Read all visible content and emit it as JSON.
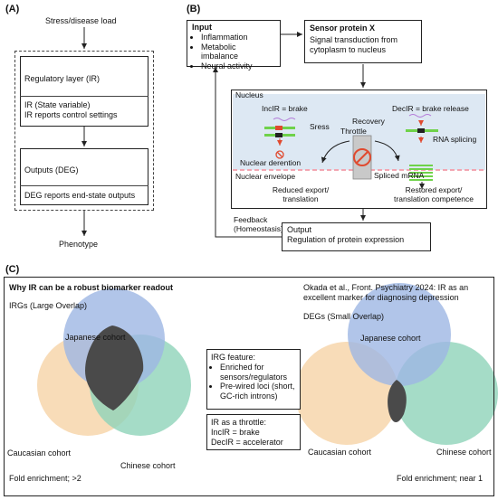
{
  "panels": {
    "a": "(A)",
    "b": "(B)",
    "c": "(C)"
  },
  "panel_a": {
    "top_label": "Stress/disease load",
    "regulatory_title": "Regulatory layer (IR)",
    "ir_state_1": "IR (State variable)",
    "ir_state_2": "IR reports control settings",
    "outputs_title": "Outputs (DEG)",
    "outputs_note": "DEG reports end-state outputs",
    "bottom_label": "Phenotype"
  },
  "panel_b": {
    "input_title": "Input",
    "inputs": [
      "Inflammation",
      "Metabolic imbalance",
      "Neural activity"
    ],
    "sensor_title": "Sensor protein X",
    "sensor_desc_1": "Signal transduction from",
    "sensor_desc_2": "cytoplasm to nucleus",
    "nucleus": "Nucleus",
    "incir": "IncIR = brake",
    "decir": "DecIR = brake release",
    "stress": "Sress",
    "recovery": "Recovery",
    "throttle": "Throttle",
    "rna_splicing": "RNA splicing",
    "nuclear_detention": "Nuclear derention",
    "nuclear_envelope": "Nuclear envelope",
    "spliced_mrna": "Spliced mRNA",
    "reduced_1": "Reduced export/",
    "reduced_2": "translation",
    "restored_1": "Restored export/",
    "restored_2": "translation competence",
    "feedback_1": "Feedback",
    "feedback_2": "(Homeostasis)",
    "output_title": "Output",
    "output_desc": "Regulation of protein expression"
  },
  "panel_c": {
    "title": "Why IR can be a robust biomarker readout",
    "citation_1": "Okada et al., Front. Psychiatry 2024: IR as an",
    "citation_2": "excellent marker for diagnosing depression",
    "irgs": "IRGs (Large Overlap)",
    "degs": "DEGs (Small Overlap)",
    "japanese": "Japanese cohort",
    "caucasian": "Caucasian cohort",
    "chinese": "Chinese cohort",
    "irg_feature_title": "IRG feature:",
    "irg_features": [
      "Enriched for sensors/regulators",
      "Pre-wired loci (short, GC-rich introns)"
    ],
    "throttle_title": "IR as a throttle:",
    "throttle_1": "IncIR = brake",
    "throttle_2": "DecIR = accelerator",
    "fold_left": "Fold enrichment; >2",
    "fold_right": "Fold enrichment; near 1"
  },
  "colors": {
    "japanese": "#9db7e4",
    "caucasian": "#f6d3a6",
    "chinese": "#8fd3b9",
    "overlap": "#4a4a4a",
    "nucleus_bg": "#dde8f3",
    "pink_dash": "#f2a6b2",
    "green_mrna": "#6fd24a",
    "throttle_red": "#e04a2f"
  }
}
